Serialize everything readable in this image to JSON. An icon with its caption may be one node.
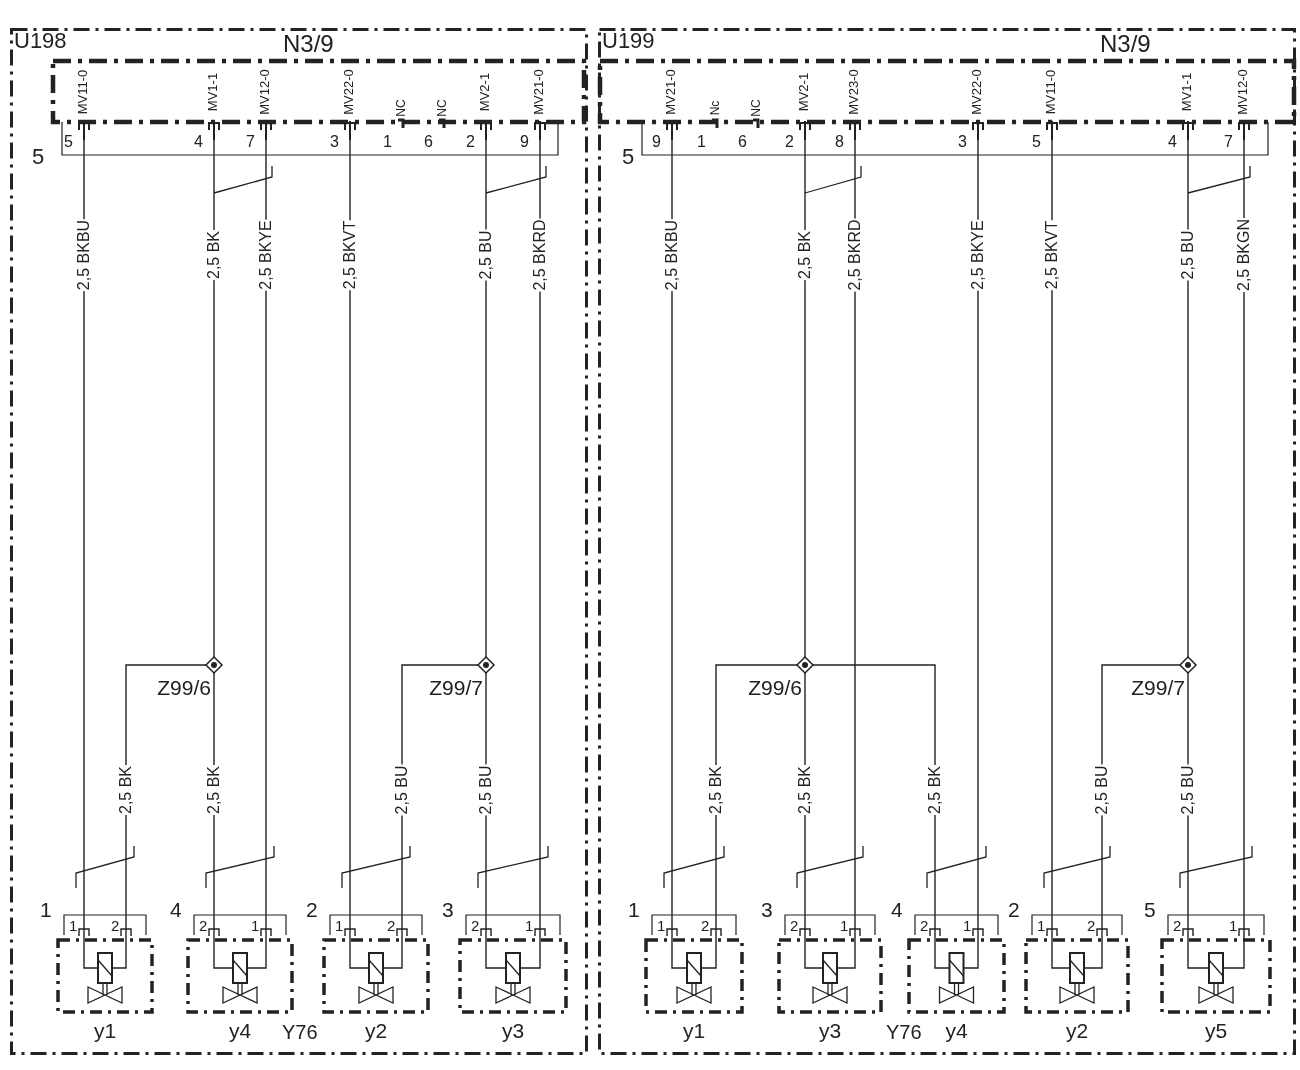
{
  "diagram": {
    "nodes": [
      {
        "text": [
          "U198"
        ]
      },
      {
        "text": [
          "N3/9"
        ],
        "in": 0
      },
      {
        "text": [
          "MV11-0"
        ],
        "beside": [
          "5"
        ],
        "in": 1
      },
      {
        "text": [
          "MV1-1"
        ],
        "beside": [
          "4"
        ],
        "in": 1
      },
      {
        "text": [
          "MV12-0"
        ],
        "beside": [
          "7"
        ],
        "in": 1
      },
      {
        "text": [
          "MV22-0"
        ],
        "beside": [
          "3"
        ],
        "in": 1
      },
      {
        "text": [
          "NC"
        ],
        "beside": [
          "1"
        ],
        "in": 1
      },
      {
        "text": [
          "NC"
        ],
        "beside": [
          "6"
        ],
        "in": 1
      },
      {
        "text": [
          "MV2-1"
        ],
        "beside": [
          "2"
        ],
        "in": 1
      },
      {
        "text": [
          "MV21-0"
        ],
        "beside": [
          "9"
        ],
        "in": 1
      },
      {
        "text": [
          "Z99/6"
        ],
        "in": 0
      },
      {
        "text": [
          "Z99/7"
        ],
        "in": 0
      },
      {
        "text": [
          "y1"
        ],
        "beside": [
          "1"
        ],
        "in": 0
      },
      {
        "text": [
          "1"
        ],
        "in": 0
      },
      {
        "text": [
          "2"
        ],
        "in": 0
      },
      {
        "text": [
          "y4"
        ],
        "beside": [
          "4"
        ],
        "in": 0
      },
      {
        "text": [
          "2"
        ],
        "in": 0
      },
      {
        "text": [
          "1"
        ],
        "in": 0
      },
      {
        "text": [
          "y2"
        ],
        "beside": [
          "2"
        ],
        "in": 0
      },
      {
        "text": [
          "1"
        ],
        "in": 0
      },
      {
        "text": [
          "2"
        ],
        "in": 0
      },
      {
        "text": [
          "y3"
        ],
        "beside": [
          "3"
        ],
        "in": 0
      },
      {
        "text": [
          "2"
        ],
        "in": 0
      },
      {
        "text": [
          "1"
        ],
        "in": 0
      },
      {
        "text": [
          "U199"
        ]
      },
      {
        "text": [
          "N3/9"
        ],
        "in": 24
      },
      {
        "text": [
          "MV21-0"
        ],
        "beside": [
          "9"
        ],
        "in": 25
      },
      {
        "text": [
          "Nc"
        ],
        "beside": [
          "1"
        ],
        "in": 25
      },
      {
        "text": [
          "NC"
        ],
        "beside": [
          "6"
        ],
        "in": 25
      },
      {
        "text": [
          "MV2-1"
        ],
        "beside": [
          "2"
        ],
        "in": 25
      },
      {
        "text": [
          "MV23-0"
        ],
        "beside": [
          "8"
        ],
        "in": 25
      },
      {
        "text": [
          "MV22-0"
        ],
        "beside": [
          "3"
        ],
        "in": 25
      },
      {
        "text": [
          "MV11-0"
        ],
        "beside": [
          "5"
        ],
        "in": 25
      },
      {
        "text": [
          "MV1-1"
        ],
        "beside": [
          "4"
        ],
        "in": 25
      },
      {
        "text": [
          "MV12-0"
        ],
        "beside": [
          "7"
        ],
        "in": 25
      },
      {
        "text": [
          "Z99/6"
        ],
        "in": 24
      },
      {
        "text": [
          "Z99/7"
        ],
        "in": 24
      },
      {
        "text": [
          "y1"
        ],
        "beside": [
          "1"
        ],
        "in": 24
      },
      {
        "text": [
          "1"
        ],
        "in": 24
      },
      {
        "text": [
          "2"
        ],
        "in": 24
      },
      {
        "text": [
          "y3"
        ],
        "beside": [
          "3"
        ],
        "in": 24
      },
      {
        "text": [
          "2"
        ],
        "in": 24
      },
      {
        "text": [
          "1"
        ],
        "in": 24
      },
      {
        "text": [
          "y4"
        ],
        "beside": [
          "4"
        ],
        "in": 24
      },
      {
        "text": [
          "2"
        ],
        "in": 24
      },
      {
        "text": [
          "1"
        ],
        "in": 24
      },
      {
        "text": [
          "y2"
        ],
        "beside": [
          "2"
        ],
        "in": 24
      },
      {
        "text": [
          "1"
        ],
        "in": 24
      },
      {
        "text": [
          "2"
        ],
        "in": 24
      },
      {
        "text": [
          "y5"
        ],
        "beside": [
          "5"
        ],
        "in": 24
      },
      {
        "text": [
          "2"
        ],
        "in": 24
      },
      {
        "text": [
          "1"
        ],
        "in": 24
      }
    ],
    "edges": [
      {
        "from": 2,
        "to": 13,
        "arrow": "none",
        "label": "2,5 BKBU"
      },
      {
        "from": 3,
        "to": 10,
        "arrow": "none",
        "label": "2,5 BK"
      },
      {
        "from": 4,
        "to": 17,
        "arrow": "none",
        "label": "2,5 BKYE"
      },
      {
        "from": 5,
        "to": 19,
        "arrow": "none",
        "label": "2,5 BKVT"
      },
      {
        "from": 8,
        "to": 11,
        "arrow": "none",
        "label": "2,5 BU"
      },
      {
        "from": 9,
        "to": 23,
        "arrow": "none",
        "label": "2,5 BKRD"
      },
      {
        "from": 10,
        "to": 14,
        "arrow": "none",
        "label": "2,5 BK"
      },
      {
        "from": 10,
        "to": 16,
        "arrow": "none",
        "label": "2,5 BK"
      },
      {
        "from": 11,
        "to": 20,
        "arrow": "none",
        "label": "2,5 BU"
      },
      {
        "from": 11,
        "to": 22,
        "arrow": "none",
        "label": "2,5 BU"
      },
      {
        "from": 26,
        "to": 38,
        "arrow": "none",
        "label": "2,5 BKBU"
      },
      {
        "from": 29,
        "to": 35,
        "arrow": "none",
        "label": "2,5 BK"
      },
      {
        "from": 30,
        "to": 42,
        "arrow": "none",
        "label": "2,5 BKRD"
      },
      {
        "from": 31,
        "to": 45,
        "arrow": "none",
        "label": "2,5 BKYE"
      },
      {
        "from": 32,
        "to": 47,
        "arrow": "none",
        "label": "2,5 BKVT"
      },
      {
        "from": 33,
        "to": 36,
        "arrow": "none",
        "label": "2,5 BU"
      },
      {
        "from": 34,
        "to": 51,
        "arrow": "none",
        "label": "2,5 BKGN"
      },
      {
        "from": 35,
        "to": 39,
        "arrow": "none",
        "label": "2,5 BK"
      },
      {
        "from": 35,
        "to": 41,
        "arrow": "none",
        "label": "2,5 BK"
      },
      {
        "from": 35,
        "to": 44,
        "arrow": "none",
        "label": "2,5 BK"
      },
      {
        "from": 36,
        "to": 48,
        "arrow": "none",
        "label": "2,5 BU"
      },
      {
        "from": 36,
        "to": 50,
        "arrow": "none",
        "label": "2,5 BU"
      }
    ],
    "labels": [
      "5",
      "Y76",
      "5",
      "Y76"
    ]
  }
}
